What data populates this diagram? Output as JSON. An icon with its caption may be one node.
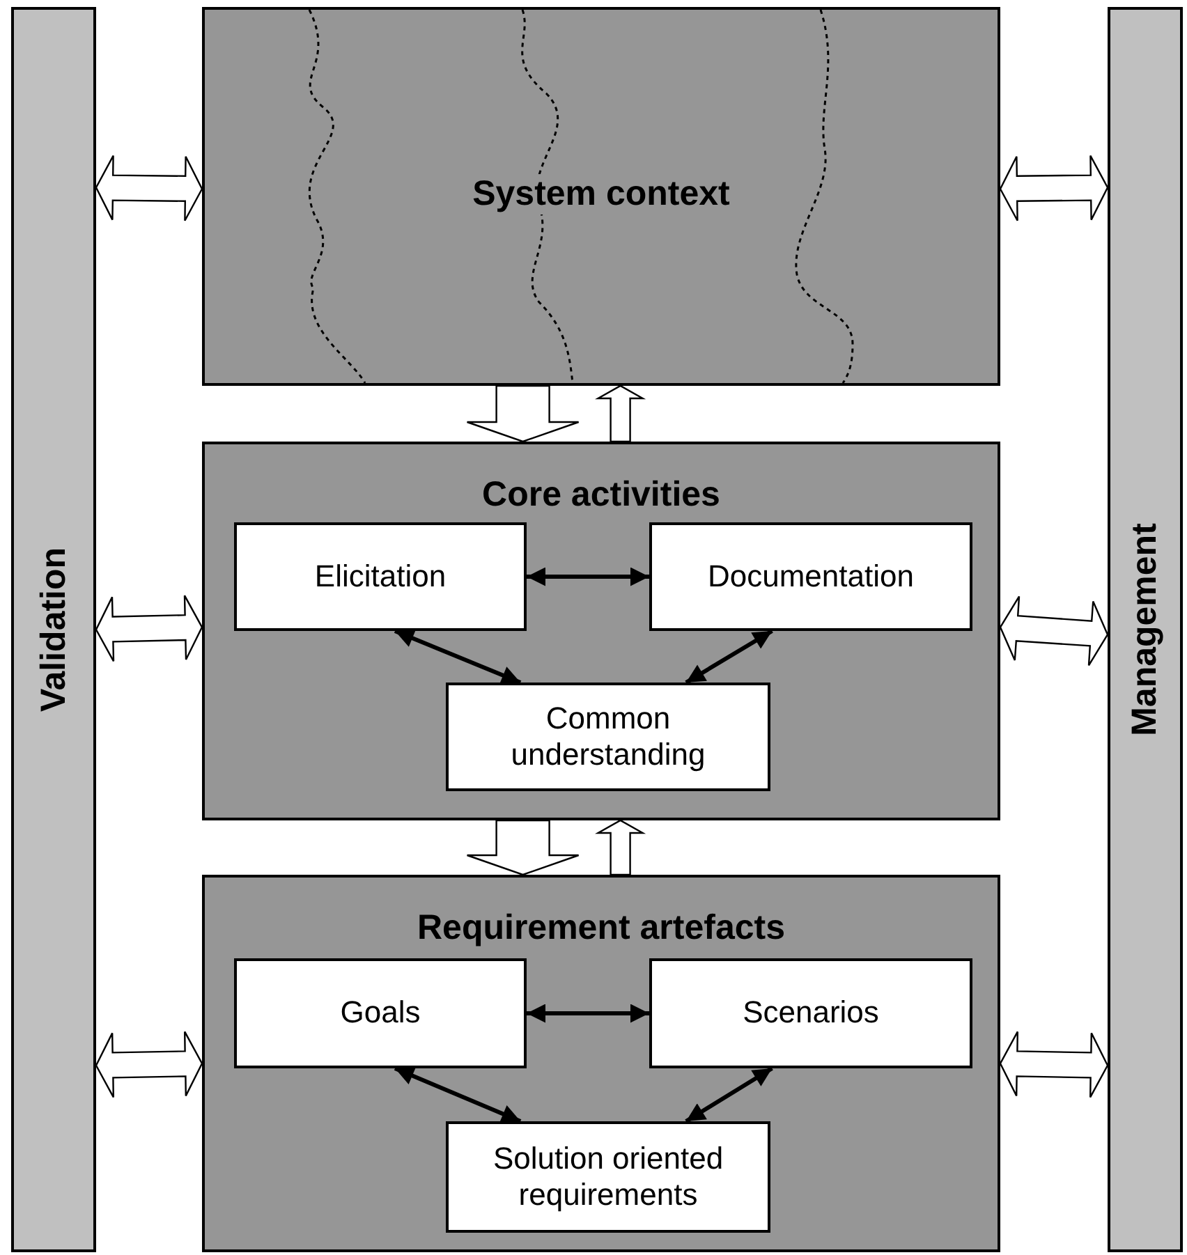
{
  "diagram": {
    "nodes": [
      {
        "text": [
          "Validation"
        ]
      },
      {
        "text": [
          "System context"
        ]
      },
      {
        "text": [
          "Core activities"
        ]
      },
      {
        "text": [
          "Elicitation"
        ],
        "in": 2
      },
      {
        "text": [
          "Documentation"
        ],
        "in": 2
      },
      {
        "text": [
          "Common understanding"
        ],
        "in": 2
      },
      {
        "text": [
          "Requirement artefacts"
        ]
      },
      {
        "text": [
          "Goals"
        ],
        "in": 6
      },
      {
        "text": [
          "Scenarios"
        ],
        "in": 6
      },
      {
        "text": [
          "Solution oriented requirements"
        ],
        "in": 6
      },
      {
        "text": [
          "Management"
        ]
      }
    ],
    "edges": [
      {
        "from": 0,
        "to": 1,
        "arrow": "both",
        "style": "thick"
      },
      {
        "from": 0,
        "to": 2,
        "arrow": "both",
        "style": "thick"
      },
      {
        "from": 0,
        "to": 6,
        "arrow": "both",
        "style": "thick"
      },
      {
        "from": 1,
        "to": 10,
        "arrow": "both",
        "style": "thick"
      },
      {
        "from": 2,
        "to": 10,
        "arrow": "both",
        "style": "thick"
      },
      {
        "from": 6,
        "to": 10,
        "arrow": "both",
        "style": "thick"
      },
      {
        "from": 1,
        "to": 2,
        "arrow": "to",
        "style": "thick"
      },
      {
        "from": 2,
        "to": 1,
        "arrow": "to",
        "style": "thick"
      },
      {
        "from": 2,
        "to": 6,
        "arrow": "to",
        "style": "thick"
      },
      {
        "from": 6,
        "to": 2,
        "arrow": "to",
        "style": "thick"
      },
      {
        "from": 3,
        "to": 4,
        "arrow": "both"
      },
      {
        "from": 3,
        "to": 5,
        "arrow": "both"
      },
      {
        "from": 4,
        "to": 5,
        "arrow": "both"
      },
      {
        "from": 7,
        "to": 8,
        "arrow": "both"
      },
      {
        "from": 7,
        "to": 9,
        "arrow": "both"
      },
      {
        "from": 8,
        "to": 9,
        "arrow": "both"
      }
    ]
  }
}
